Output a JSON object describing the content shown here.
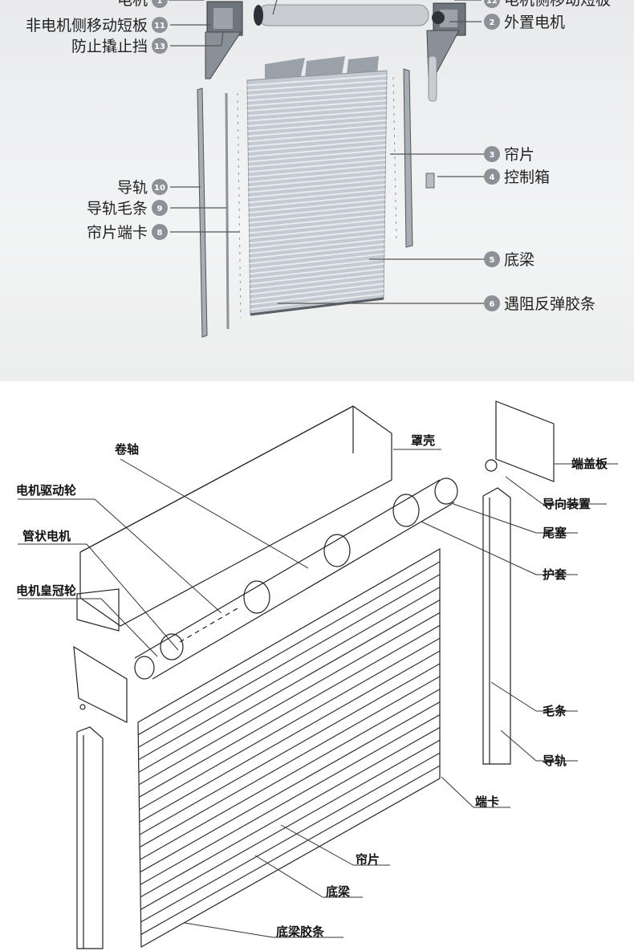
{
  "top_diagram": {
    "callouts": [
      {
        "id": "1",
        "text": "电机"
      },
      {
        "id": "11",
        "text": "非电机侧移动短板"
      },
      {
        "id": "13",
        "text": "防止撬止挡"
      },
      {
        "id": "10",
        "text": "导轨"
      },
      {
        "id": "9",
        "text": "导轨毛条"
      },
      {
        "id": "8",
        "text": "帘片端卡"
      },
      {
        "id": "12",
        "text": "电机侧移动短板"
      },
      {
        "id": "2",
        "text": "外置电机"
      },
      {
        "id": "3",
        "text": "帘片"
      },
      {
        "id": "4",
        "text": "控制箱"
      },
      {
        "id": "5",
        "text": "底梁"
      },
      {
        "id": "6",
        "text": "遇阻反弹胶条"
      }
    ]
  },
  "bottom_diagram": {
    "labels": [
      {
        "text": "卷轴"
      },
      {
        "text": "罩壳"
      },
      {
        "text": "端盖板"
      },
      {
        "text": "电机驱动轮"
      },
      {
        "text": "导向装置"
      },
      {
        "text": "管状电机"
      },
      {
        "text": "尾塞"
      },
      {
        "text": "电机皇冠轮"
      },
      {
        "text": "护套"
      },
      {
        "text": "毛条"
      },
      {
        "text": "导轨"
      },
      {
        "text": "端卡"
      },
      {
        "text": "帘片"
      },
      {
        "text": "底梁"
      },
      {
        "text": "底梁胶条"
      }
    ]
  },
  "colors": {
    "badge": "#8d9197",
    "leader": "#555555",
    "slat": "#c5ccd3",
    "frame": "#3b3e44"
  }
}
